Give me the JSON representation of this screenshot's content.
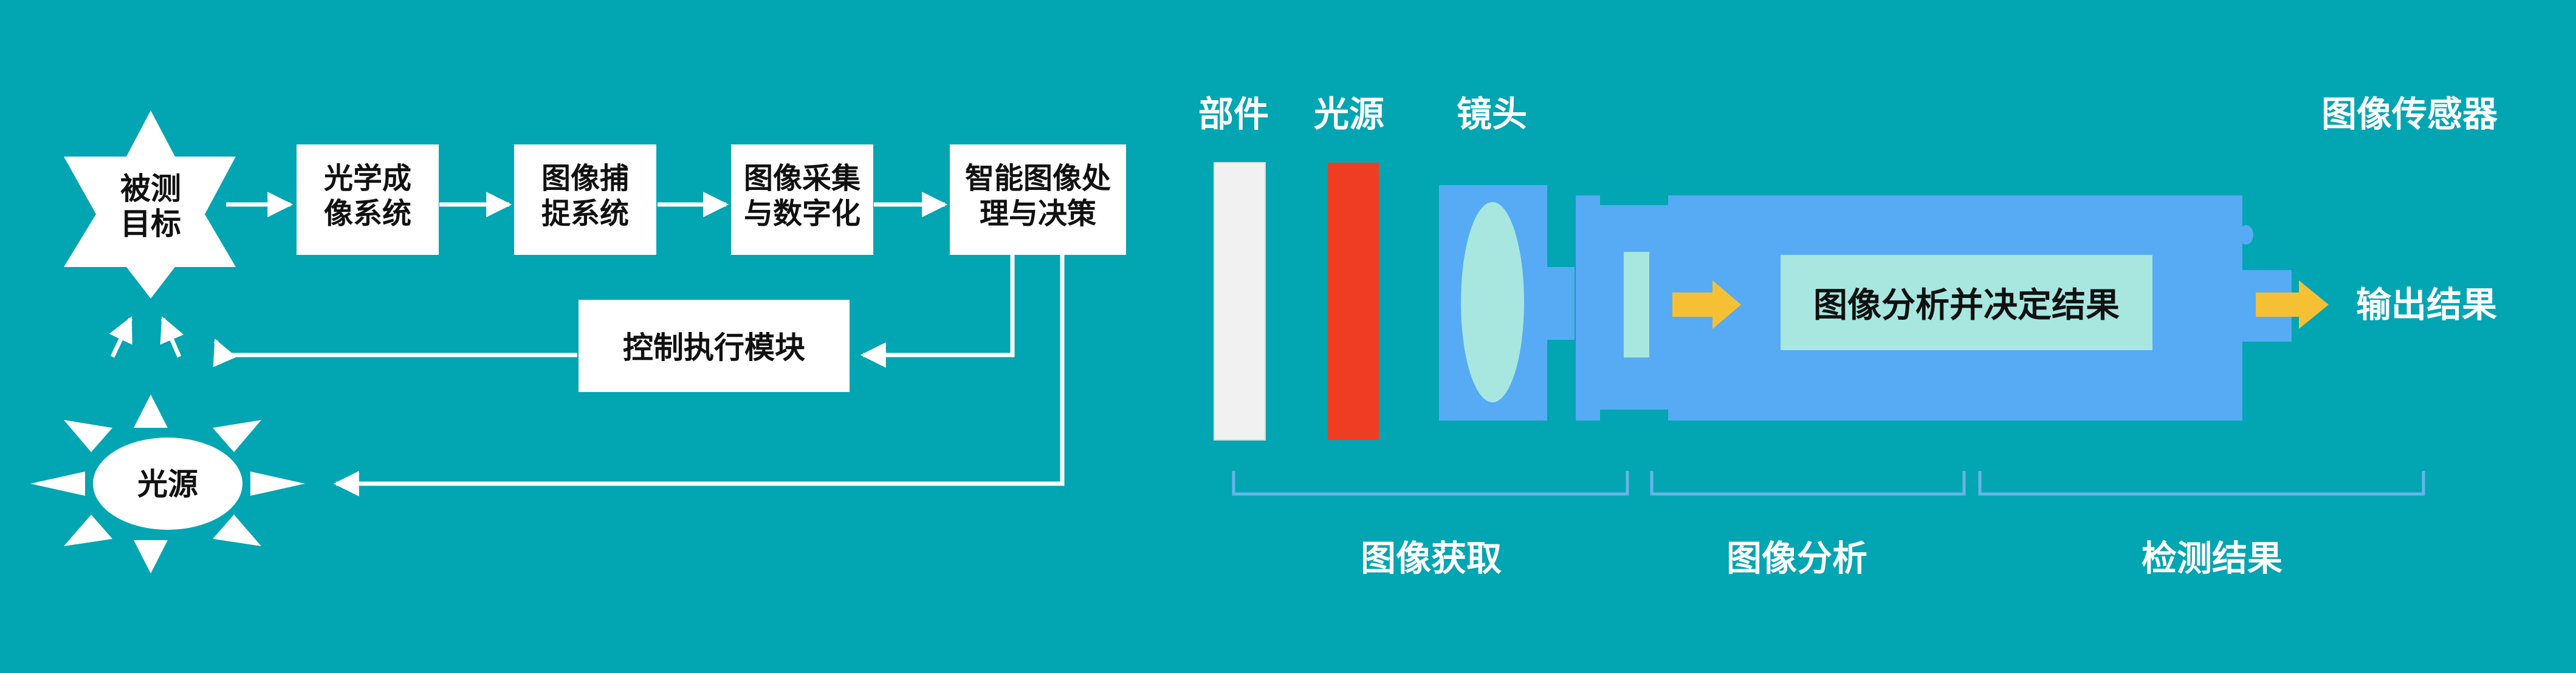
{
  "colors": {
    "background": "#02a5b2",
    "box_fill": "#ffffff",
    "box_text": "#111111",
    "line": "#ffffff",
    "light_source_red": "#ef3d23",
    "camera_body": "#56abf4",
    "lens_fill": "#a7e7e0",
    "arrow_yellow": "#f6c034",
    "bracket_line": "#66b5ea"
  },
  "left_flow": {
    "target": [
      "被测",
      "目标"
    ],
    "steps": [
      [
        "光学成",
        "像系统"
      ],
      [
        "图像捕",
        "捉系统"
      ],
      [
        "图像采集",
        "与数字化"
      ],
      [
        "智能图像处",
        "理与决策"
      ]
    ],
    "control_module": "控制执行模块",
    "light_source": "光源"
  },
  "right_diagram": {
    "labels": {
      "part": "部件",
      "light": "光源",
      "lens": "镜头",
      "sensor": "图像传感器"
    },
    "analysis_box": "图像分析并决定结果",
    "output": "输出结果",
    "stages": [
      "图像获取",
      "图像分析",
      "检测结果"
    ]
  }
}
